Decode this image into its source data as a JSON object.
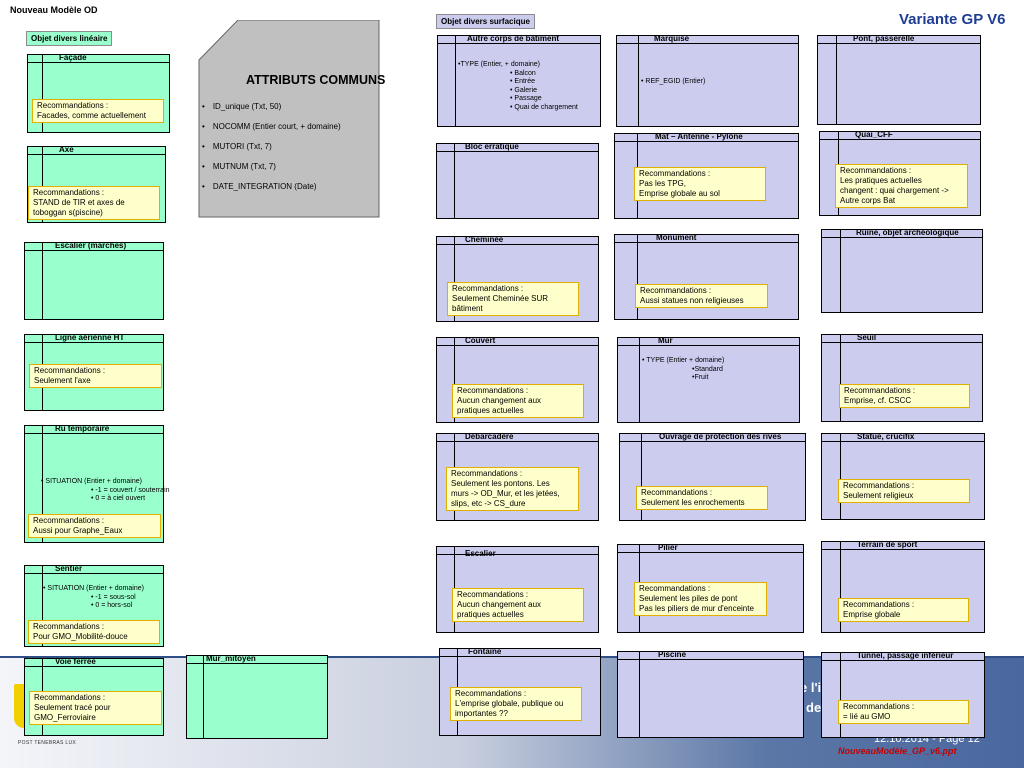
{
  "page": {
    "title": "Nouveau Modèle OD",
    "variant": "Variante GP V6",
    "footer_date": "12.10.2014 - Page 12",
    "footer_file": "NouveauModèle_GP_v6.ppt",
    "motto": "POST TENEBRAS LUX",
    "bg_fragment_1": "e l'i",
    "bg_fragment_2": "de"
  },
  "sections": {
    "linear": "Objet divers linéaire",
    "surface": "Objet divers surfacique"
  },
  "common": {
    "title": "ATTRIBUTS COMMUNS",
    "items": [
      "ID_unique (Txt, 50)",
      "NOCOMM (Entier court, + domaine)",
      "MUTORI (Txt, 7)",
      "MUTNUM (Txt, 7)",
      "DATE_INTEGRATION (Date)"
    ]
  },
  "linear": {
    "facade": {
      "title": "Façade",
      "reco": [
        "Recommandations :",
        "Facades, comme actuellement"
      ]
    },
    "axe": {
      "title": "Axe",
      "reco": [
        "Recommandations :",
        "STAND de TIR et axes de",
        "toboggan s(piscine)"
      ]
    },
    "escalier": {
      "title": "Escalier (marches)"
    },
    "ligne": {
      "title": "Ligne aérienne HT",
      "reco": [
        "Recommandations :",
        "Seulement l'axe"
      ]
    },
    "ru": {
      "title": "Ru  temporaire",
      "attrs": [
        "• SITUATION (Entier + domaine)",
        "• -1 = couvert / souterrain",
        "• 0 = à ciel ouvert"
      ],
      "reco": [
        "Recommandations :",
        "Aussi pour Graphe_Eaux"
      ]
    },
    "sentier": {
      "title": "Sentier",
      "attrs": [
        "• SITUATION (Entier + domaine)",
        "• -1 = sous-sol",
        "• 0 = hors-sol"
      ],
      "reco": [
        "Recommandations :",
        "Pour GMO_Mobilité-douce"
      ]
    },
    "voie": {
      "title": "Voie ferrée",
      "reco": [
        "Recommandations :",
        "Seulement tracé pour",
        "GMO_Ferroviaire"
      ]
    },
    "murmitoyen": {
      "title": "Mur_mitoyen"
    }
  },
  "surface": {
    "autre": {
      "title": "Autre corps de bâtiment",
      "attrs": [
        "•TYPE (Entier, + domaine)",
        "• Balcon",
        "• Entrée",
        "• Galerie",
        "• Passage",
        "• Quai de chargement"
      ]
    },
    "marquise": {
      "title": "Marquise",
      "attrs": [
        "• REF_EGID (Entier)"
      ]
    },
    "pont": {
      "title": "Pont, passerelle"
    },
    "bloc": {
      "title": "Bloc erratique"
    },
    "mat": {
      "title": "Mat – Antenne - Pylône",
      "reco": [
        "Recommandations :",
        "Pas les TPG,",
        "Emprise globale au sol"
      ]
    },
    "quai": {
      "title": "Quai_CFF",
      "reco": [
        "Recommandations :",
        "Les pratiques actuelles",
        "changent : quai chargement ->",
        "Autre corps Bat"
      ]
    },
    "ruine": {
      "title": "Ruine, objet archéologique"
    },
    "cheminee": {
      "title": "Cheminée",
      "reco": [
        "Recommandations :",
        "Seulement Cheminée SUR",
        "bâtiment"
      ]
    },
    "monument": {
      "title": "Monument",
      "reco": [
        "Recommandations :",
        "Aussi statues non religieuses"
      ]
    },
    "couvert": {
      "title": "Couvert",
      "reco": [
        "Recommandations :",
        "Aucun changement aux",
        "pratiques actuelles"
      ]
    },
    "mur": {
      "title": "Mur",
      "attrs": [
        "• TYPE (Entier + domaine)",
        "•Standard",
        "•Fruit"
      ]
    },
    "seuil": {
      "title": "Seuil",
      "reco": [
        "Recommandations :",
        "Emprise, cf. CSCC"
      ]
    },
    "debarcadere": {
      "title": "Débarcadère",
      "reco": [
        "Recommandations :",
        "Seulement les pontons. Les",
        "murs -> OD_Mur, et les jetées,",
        "slips, etc -> CS_dure"
      ]
    },
    "ouvrage": {
      "title": "Ouvrage de protection des rives",
      "reco": [
        "Recommandations :",
        "Seulement les enrochements"
      ]
    },
    "statue": {
      "title": "Statue, crucifix",
      "reco": [
        "Recommandations :",
        "Seulement religieux"
      ]
    },
    "escalier": {
      "title": "Escalier",
      "reco": [
        "Recommandations :",
        "Aucun changement aux",
        "pratiques actuelles"
      ]
    },
    "pilier": {
      "title": "Pilier",
      "reco": [
        "Recommandations :",
        "Seulement les piles de pont",
        "Pas les piliers de mur d'enceinte"
      ]
    },
    "terrain": {
      "title": "Terrain de sport",
      "reco": [
        "Recommandations :",
        "Emprise globale"
      ]
    },
    "fontaine": {
      "title": "Fontaine",
      "reco": [
        "Recommandations :",
        "L'emprise globale, publique ou",
        "importantes ??"
      ]
    },
    "piscine": {
      "title": "Piscine"
    },
    "tunnel": {
      "title": "Tunnel, passage inférieur",
      "reco": [
        "Recommandations :",
        "= lié au GMO"
      ]
    }
  }
}
